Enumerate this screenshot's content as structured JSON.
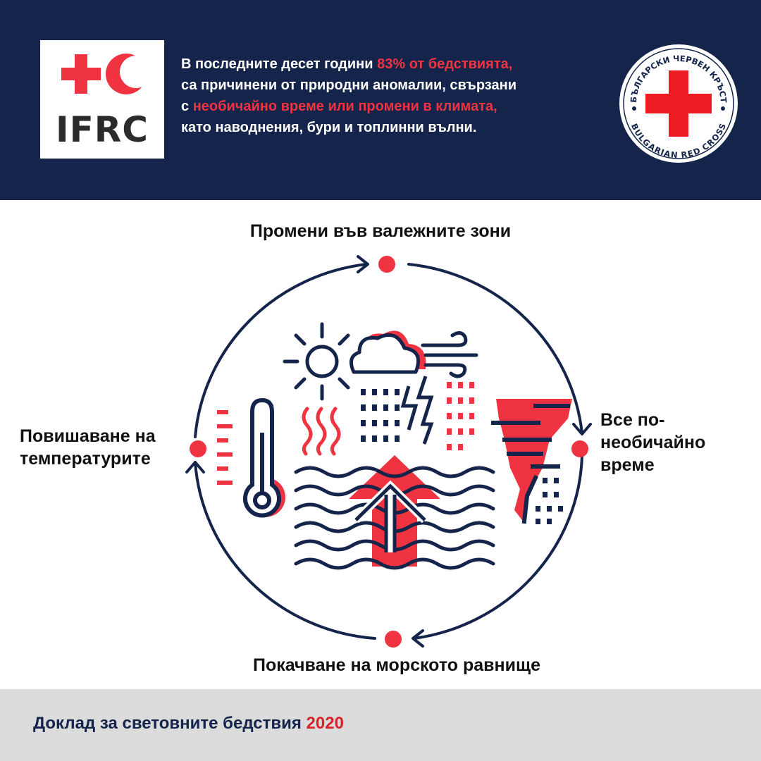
{
  "colors": {
    "navy": "#14244a",
    "red": "#ef3340",
    "gray": "#dcdcdc",
    "white": "#ffffff"
  },
  "header": {
    "logo_text": "IFRC",
    "text": {
      "line1_a": "В последните десет години ",
      "line1_hl": "83% от бедствията,",
      "line2": "са причинени от природни аномалии, свързани",
      "line3_a": "с ",
      "line3_hl": "необичайно време или промени в климата,",
      "line4": "като наводнения, бури  и топлинни вълни."
    },
    "seal": {
      "text_top": "БЪЛГАРСКИ ЧЕРВЕН КРЪСТ",
      "text_bottom": "BULGARIAN RED CROSS"
    }
  },
  "cycle": {
    "top": "Промени във валежните зони",
    "left_1": "Повишаване на",
    "left_2": "температурите",
    "right_1": "Все по-",
    "right_2": "необичайно",
    "right_3": "време",
    "bottom": "Покачване на морското равнище"
  },
  "icons": [
    "sun-icon",
    "cloud-icon",
    "wind-icon",
    "rain-icon",
    "lightning-icon",
    "heat-waves-icon",
    "thermometer-icon",
    "tornado-icon",
    "waves-icon",
    "sea-level-arrow-icon"
  ],
  "footer": {
    "text": "Доклад за световните бедствия ",
    "year": "2020"
  }
}
